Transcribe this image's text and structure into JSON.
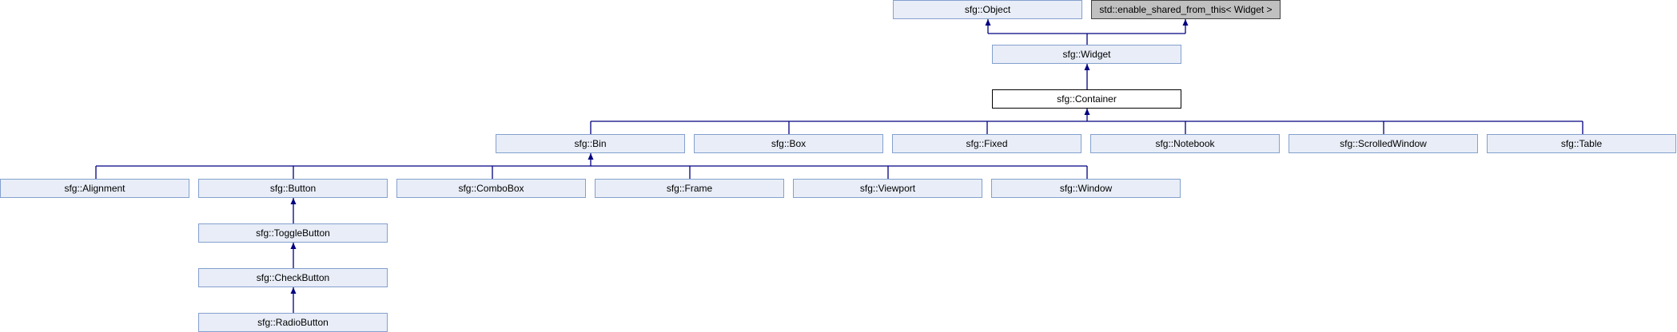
{
  "colors": {
    "edge": "#000080",
    "node_fill": "#e8edf7",
    "node_border": "#84a0ce",
    "current_fill": "#ffffff",
    "external_fill": "#c0c0c0"
  },
  "nodes": {
    "object": "sfg::Object",
    "enable_shared": "std::enable_shared_from_this< Widget >",
    "widget": "sfg::Widget",
    "container": "sfg::Container",
    "bin": "sfg::Bin",
    "box": "sfg::Box",
    "fixed": "sfg::Fixed",
    "notebook": "sfg::Notebook",
    "scrolledwindow": "sfg::ScrolledWindow",
    "table": "sfg::Table",
    "alignment": "sfg::Alignment",
    "button": "sfg::Button",
    "combobox": "sfg::ComboBox",
    "frame": "sfg::Frame",
    "viewport": "sfg::Viewport",
    "window": "sfg::Window",
    "togglebutton": "sfg::ToggleButton",
    "checkbutton": "sfg::CheckButton",
    "radiobutton": "sfg::RadioButton"
  }
}
